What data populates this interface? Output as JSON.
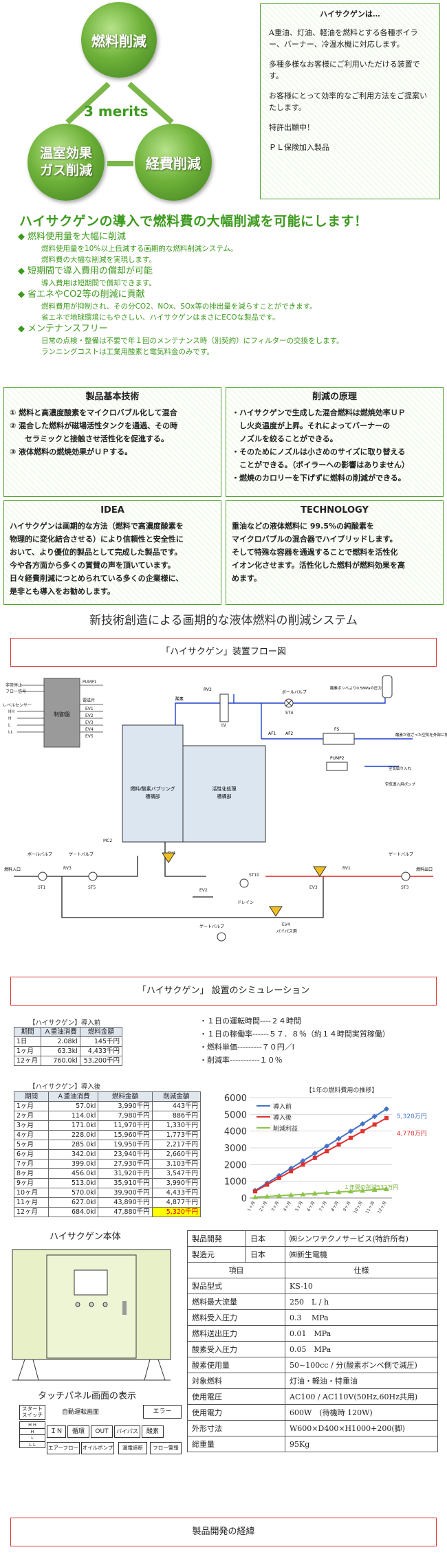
{
  "merits": {
    "top": "燃料削減",
    "left_line1": "温室効果",
    "left_line2": "ガス削減",
    "right": "経費削減",
    "center": "3 merits"
  },
  "intro_box": {
    "title": "ハイサクゲンは…",
    "p1": "A重油、灯油、軽油を燃料とする各種ボイラー、バーナー、冷温水機に対応します。",
    "p2": "多種多様なお客様にご利用いただける装置です。",
    "p3": "お客様にとって効率的なご利用方法をご提案いたします。",
    "p4": "特許出願中！",
    "p5": "ＰＬ保険加入製品"
  },
  "headline": "ハイサクゲンの導入で燃料費の大幅削減を可能にします！",
  "bullets": [
    {
      "head": "燃料使用量を大幅に削減",
      "l1": "燃料使用量を10%以上低減する画期的な燃料削減システム。",
      "l2": "燃料費の大幅な削減を実現します。"
    },
    {
      "head": "短期間で導入費用の償却が可能",
      "l1": "導入費用は短期間で償却できます。",
      "l2": ""
    },
    {
      "head": "省エネやCO2等の削減に貢献",
      "l1": "燃料費用が抑制され、その分CO2、NOx、SOx等の排出量を減らすことができます。",
      "l2": "省エネで地球環境にもやさしい、ハイサクゲンはまさにECOな製品です。"
    },
    {
      "head": "メンテナンスフリー",
      "l1": "日常の点検・整備は不要で年１回のメンテナンス時（別契約）にフィルターの交換をします。",
      "l2": "ランニングコストは工業用酸素と電気料金のみです。"
    }
  ],
  "box_tech": {
    "title": "製品基本技術",
    "i1": "①  燃料と高濃度酸素をマイクロバブル化して混合",
    "i2": "②  混合した燃料が磁場活性タンクを通過、その時",
    "i2b": "　　セラミックと接触させ活性化を促進する。",
    "i3": "③  液体燃料の燃焼効果がＵＰする。"
  },
  "box_principle": {
    "title": "削減の原理",
    "i1": "・ハイサクゲンで生成した混合燃料は燃焼効率ＵＰ",
    "i1b": "　し火炎温度が上昇。それによってバーナーの",
    "i1c": "　ノズルを絞ることができる。",
    "i2": "・そのためにノズルは小さめのサイズに取り替える",
    "i2b": "　ことができる。（ボイラーへの影響はありません）",
    "i3": "・燃焼のカロリーを下げずに燃料の削減ができる。"
  },
  "box_idea": {
    "title": "IDEA",
    "l1": "ハイサクゲンは画期的な方法（燃料で高濃度酸素を",
    "l2": "物理的に変化結合させる）により信頼性と安全性に",
    "l3": "おいて、より優位的製品として完成した製品です。",
    "l4": "今や各方面から多くの賞賛の声を頂いています。",
    "l5": "日々経費削減につとめられている多くの企業様に、",
    "l6": "是非とも導入をお勧めします。"
  },
  "box_technology": {
    "title": "TECHNOLOGY",
    "l1": "重油などの液体燃料に 99.5%の純酸素を",
    "l2": "マイクロバブルの混合器でハイブリッドします。",
    "l3": "そして特殊な容器を通過することで燃料を活性化",
    "l4": "イオン化させます。活性化した燃料が燃料効果を高",
    "l5": "めます。"
  },
  "system_title": "新技術創造による画期的な液体燃料の削減システム",
  "flow_caption": "「ハイサクゲン」装置フロー図",
  "flow": {
    "control": "制御盤",
    "tank1": "燃料/酸素バブリング",
    "tank1b": "槽構部",
    "tank2": "活性化処理",
    "tank2b": "槽構部",
    "left_labels": [
      "非常停止",
      "フロー信号",
      "レベルセンサー",
      "HH",
      "H",
      "L",
      "LL"
    ],
    "right_labels": [
      "PUMP1",
      "電磁弁",
      "EV1",
      "EV2",
      "EV3",
      "EV4",
      "EV5"
    ],
    "fuel_in": "燃料入口",
    "fuel_out": "燃料出口",
    "oxygen": "酸素",
    "gate_valve": "ゲートバルブ",
    "ball_valve": "ボールバルブ",
    "air": "空気取り入れ",
    "air_pump": "空気導入用ポンプ",
    "drain": "ドレイン",
    "bypass": "バイパス用",
    "oxygen_note": "酸素が混ざった空気を外部に排出",
    "oxygen_cyl": "酸素ボンベより0.5MPaの圧力",
    "tags": [
      "ST1",
      "RV3",
      "ST5",
      "EV1",
      "EV2",
      "ST10",
      "EV3",
      "RV1",
      "ST3",
      "EV4",
      "RV2",
      "LV",
      "ST4",
      "AF1",
      "AF2",
      "FS",
      "PUMP2",
      "MC2"
    ]
  },
  "sim_caption": "「ハイサクゲン」 設置のシミュレーション",
  "before": {
    "caption": "【ハイサクゲン】導入前",
    "headers": [
      "期間",
      "Ａ重油消費",
      "燃料金額"
    ],
    "rows": [
      [
        "1日",
        "2.08kl",
        "145千円"
      ],
      [
        "1ヶ月",
        "63.3kl",
        "4,433千円"
      ],
      [
        "12ヶ月",
        "760.0kl",
        "53,200千円"
      ]
    ]
  },
  "conditions": [
    "・１日の運転時間----２４時間",
    "・１日の稼働率------５７．８％（約１４時間実質稼働）",
    "・燃料単価---------７０円／l",
    "・削減率-----------１０％"
  ],
  "after": {
    "caption": "【ハイサクゲン】導入後",
    "headers": [
      "期間",
      "Ａ重油消費",
      "燃料金額",
      "削減金額"
    ],
    "rows": [
      [
        "1ヶ月",
        "57.0kl",
        "3,990千円",
        "443千円"
      ],
      [
        "2ヶ月",
        "114.0kl",
        "7,980千円",
        "886千円"
      ],
      [
        "3ヶ月",
        "171.0kl",
        "11,970千円",
        "1,330千円"
      ],
      [
        "4ヶ月",
        "228.0kl",
        "15,960千円",
        "1,773千円"
      ],
      [
        "5ヶ月",
        "285.0kl",
        "19,950千円",
        "2,217千円"
      ],
      [
        "6ヶ月",
        "342.0kl",
        "23,940千円",
        "2,660千円"
      ],
      [
        "7ヶ月",
        "399.0kl",
        "27,930千円",
        "3,103千円"
      ],
      [
        "8ヶ月",
        "456.0kl",
        "31,920千円",
        "3,547千円"
      ],
      [
        "9ヶ月",
        "513.0kl",
        "35,910千円",
        "3,990千円"
      ],
      [
        "10ヶ月",
        "570.0kl",
        "39,900千円",
        "4,433千円"
      ],
      [
        "11ヶ月",
        "627.0kl",
        "43,890千円",
        "4,877千円"
      ],
      [
        "12ヶ月",
        "684.0kl",
        "47,880千円",
        "5,320千円"
      ]
    ]
  },
  "chart_data": {
    "type": "line",
    "title": "【1年の燃料費用の推移】",
    "categories": [
      "1ヶ月",
      "2ヶ月",
      "3ヶ月",
      "4ヶ月",
      "5ヶ月",
      "6ヶ月",
      "7ヶ月",
      "8ヶ月",
      "9ヶ月",
      "10ヶ月",
      "11ヶ月",
      "12ヶ月"
    ],
    "series": [
      {
        "name": "導入前",
        "color": "#4472c4",
        "values": [
          443,
          887,
          1330,
          1773,
          2217,
          2660,
          3103,
          3547,
          3990,
          4433,
          4877,
          5320
        ]
      },
      {
        "name": "導入後",
        "color": "#e03030",
        "values": [
          399,
          798,
          1197,
          1596,
          1995,
          2394,
          2793,
          3192,
          3591,
          3990,
          4389,
          4778
        ]
      },
      {
        "name": "削減利益",
        "color": "#8bc34a",
        "values": [
          44,
          89,
          133,
          177,
          222,
          266,
          310,
          355,
          399,
          443,
          488,
          532
        ]
      }
    ],
    "ylim": [
      0,
      6000
    ],
    "yticks": [
      0,
      1000,
      2000,
      3000,
      4000,
      5000,
      6000
    ],
    "annotations": [
      "5,320万円",
      "4,778万円",
      "１年間の削減532万円"
    ],
    "legend": "top-left"
  },
  "body_caption": "ハイサクゲン本体",
  "panel_caption": "タッチパネル画面の表示",
  "panel": {
    "start": "スタート",
    "start2": "スイッチ",
    "mode": "自動運転画面",
    "error": "エラー",
    "lv": [
      "H H",
      "H",
      "L",
      "L L"
    ],
    "in": "ＩＮ",
    "circ": "循環",
    "out": "OUT",
    "bypass": "バイパス",
    "oxy": "酸素",
    "airflow": "エアーフロー",
    "oilpump": "オイルポンプ",
    "breaker": "漏電遮断",
    "flow": "フロー警報"
  },
  "spec": {
    "rows": [
      [
        "製品開発",
        "日本",
        "㈱シンワテクノサービス(特許所有)"
      ],
      [
        "製造元",
        "日本",
        "㈱新生電機"
      ]
    ],
    "head_item": "項目",
    "head_spec": "仕様",
    "items": [
      [
        "製品型式",
        "KS-10"
      ],
      [
        "燃料最大流量",
        "250　L / h"
      ],
      [
        "燃料受入圧力",
        "0.3　 MPa"
      ],
      [
        "燃料送出圧力",
        "0.01　MPa"
      ],
      [
        "酸素受入圧力",
        "0.05　MPa"
      ],
      [
        "酸素使用量",
        "50~100cc / 分(酸素ボンベ側で減圧)"
      ],
      [
        "対象燃料",
        "灯油・軽油・特重油"
      ],
      [
        "使用電圧",
        "AC100 / AC110V(50Hz,60Hz共用)"
      ],
      [
        "使用電力",
        "600W　(待機時 120W)"
      ],
      [
        "外形寸法",
        "W600×D400×H1000+200(脚)"
      ],
      [
        "総重量",
        "95Kg"
      ]
    ]
  },
  "history_caption": "製品開発の経緯"
}
